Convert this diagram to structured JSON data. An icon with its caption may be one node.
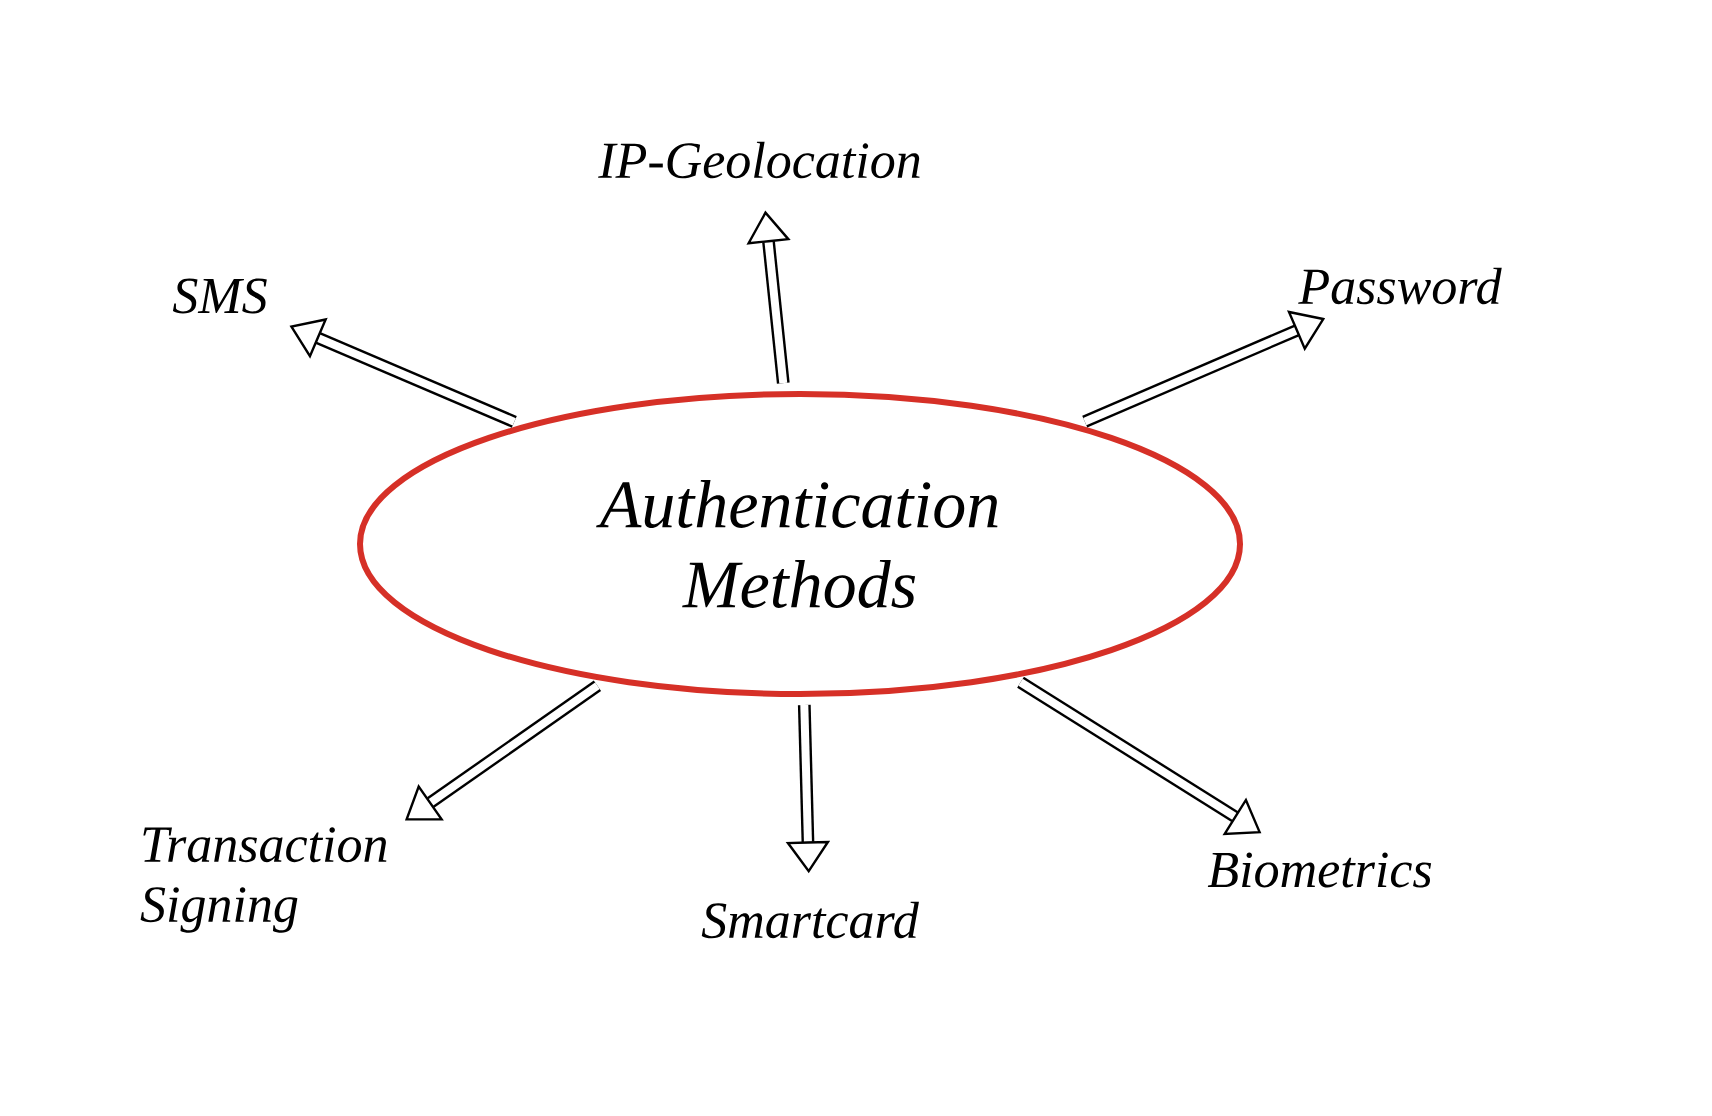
{
  "diagram": {
    "nodes": [
      {
        "text": [
          "Authentication Methods"
        ]
      },
      {
        "text": [
          "IP-Geolocation"
        ]
      },
      {
        "text": [
          "SMS"
        ]
      },
      {
        "text": [
          "Password"
        ]
      },
      {
        "text": [
          "Transaction Signing"
        ]
      },
      {
        "text": [
          "Smartcard"
        ]
      },
      {
        "text": [
          "Biometrics"
        ]
      }
    ],
    "edges": [
      {
        "from": 0,
        "to": 1,
        "arrow": "to"
      },
      {
        "from": 0,
        "to": 2,
        "arrow": "to"
      },
      {
        "from": 0,
        "to": 3,
        "arrow": "to"
      },
      {
        "from": 0,
        "to": 4,
        "arrow": "to"
      },
      {
        "from": 0,
        "to": 5,
        "arrow": "to"
      },
      {
        "from": 0,
        "to": 6,
        "arrow": "to"
      }
    ]
  }
}
